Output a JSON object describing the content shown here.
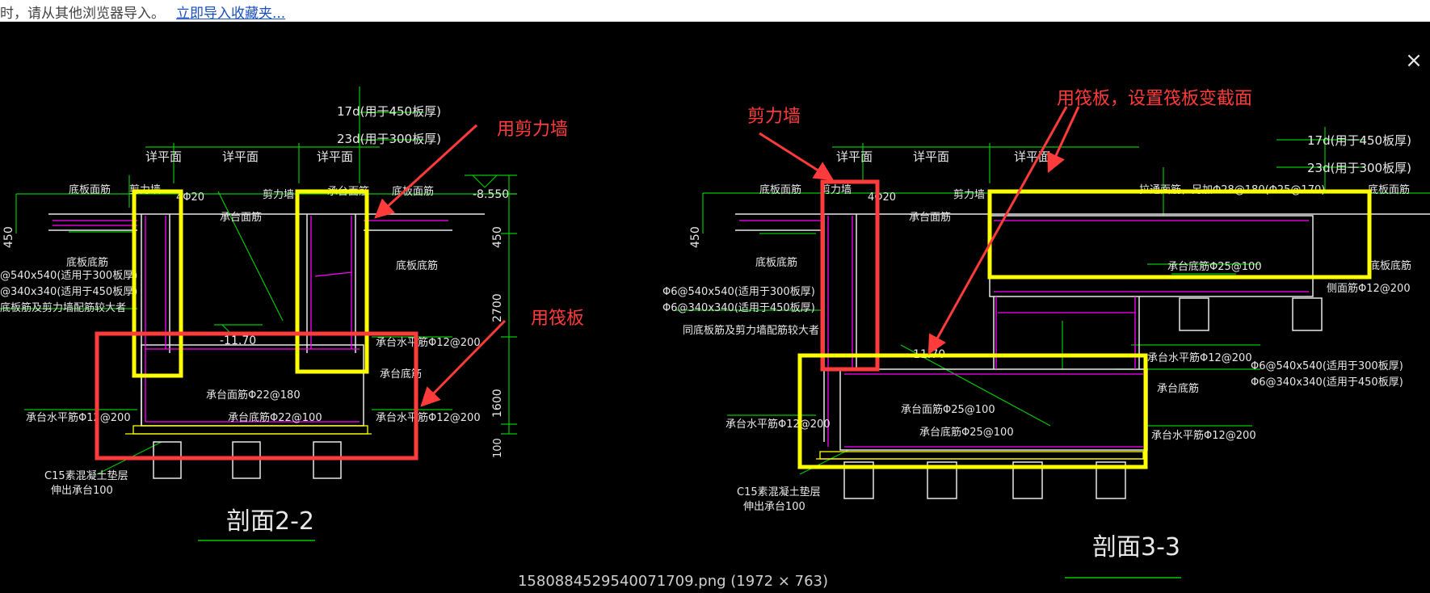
{
  "notice": {
    "text": "时，请从其他浏览器导入。",
    "link": "立即导入收藏夹..."
  },
  "viewer": {
    "close_glyph": "×",
    "caption": "1580884529540071709.png (1972 × 763)"
  },
  "drawing": {
    "left": {
      "title": "剖面2-2",
      "anno_1": "用剪力墙",
      "anno_2": "用筏板",
      "labels": {
        "top_1": "17d(用于450板厚)",
        "top_2": "23d(用于300板厚)",
        "xiang_1": "详平面",
        "xiang_2": "详平面",
        "xiang_3": "详平面",
        "dibanmianjin": "底板面筋",
        "jianliqiang_1": "剪力墙",
        "jianliqiang_2": "剪力墙",
        "d4": "4Φ20",
        "chengtaimianjin_1": "承台面筋",
        "chengtaimianjin_2": "承台面筋",
        "dibanmianjin_r": "底板面筋",
        "elev_1": "-8.550",
        "dim_450_l": "450",
        "dim_450_r": "450",
        "dibandijin_l": "底板底筋",
        "dibandijin_r": "底板底筋",
        "spec_1": "@540x540(适用于300板厚)",
        "spec_2": "@340x340(适用于450板厚)",
        "spec_3": "底板筋及剪力墙配筋较大者",
        "dim_2700": "2700",
        "elev_2": "-11.70",
        "shuiping_r": "承台水平筋Φ12@200",
        "chengtaidijin": "承台底筋",
        "mianjin_22": "承台面筋Φ22@180",
        "dijin_22": "承台底筋Φ22@100",
        "shuiping_l": "承台水平筋Φ12@200",
        "shuiping_r2": "承台水平筋Φ12@200",
        "dim_1600": "1600",
        "dim_100": "100",
        "c15_1": "C15素混凝土垫层",
        "c15_2": "伸出承台100"
      }
    },
    "right": {
      "title": "剖面3-3",
      "anno_1": "剪力墙",
      "anno_2": "用筏板，设置筏板变截面",
      "labels": {
        "top_1": "17d(用于450板厚)",
        "top_2": "23d(用于300板厚)",
        "xiang_1": "详平面",
        "xiang_2": "详平面",
        "xiang_3": "详平面",
        "dibanmianjin": "底板面筋",
        "jianliqiang_1": "剪力墙",
        "jianliqiang_2": "剪力墙",
        "d4": "4Φ20",
        "chengtaimianjin": "承台面筋",
        "latong": "拉通面筋，另加Φ28@180(Φ25@170)",
        "dibanmianjin_r": "底板面筋",
        "dim_450": "450",
        "dibandijin_l": "底板底筋",
        "dibandijin_r": "底板底筋",
        "spec_1": "Φ6@540x540(适用于300板厚)",
        "spec_2": "Φ6@340x340(适用于450板厚)",
        "spec_3": "同底板筋及剪力墙配筋较大者",
        "mianjin_25_top": "承台底筋Φ25@100",
        "cemian": "侧面筋Φ12@200",
        "shuiping_top": "承台水平筋Φ12@200",
        "spec_r1": "Φ6@540x540(适用于300板厚)",
        "spec_r2": "Φ6@340x340(适用于450板厚)",
        "elev": "-11.70",
        "chengtaidijin": "承台底筋",
        "mianjin_25": "承台面筋Φ25@100",
        "dijin_25": "承台底筋Φ25@100",
        "shuiping_l": "承台水平筋Φ12@200",
        "shuiping_r": "承台水平筋Φ12@200",
        "c15_1": "C15素混凝土垫层",
        "c15_2": "伸出承台100"
      }
    }
  },
  "colors": {
    "annotation": "#ff3b3b",
    "highlight_yellow": "#ffff00",
    "highlight_red": "#ff3b3b",
    "cad_green": "#00c800",
    "cad_magenta": "#ff00ff",
    "cad_white": "#e8e8e8",
    "cad_yellow": "#ffff00"
  }
}
